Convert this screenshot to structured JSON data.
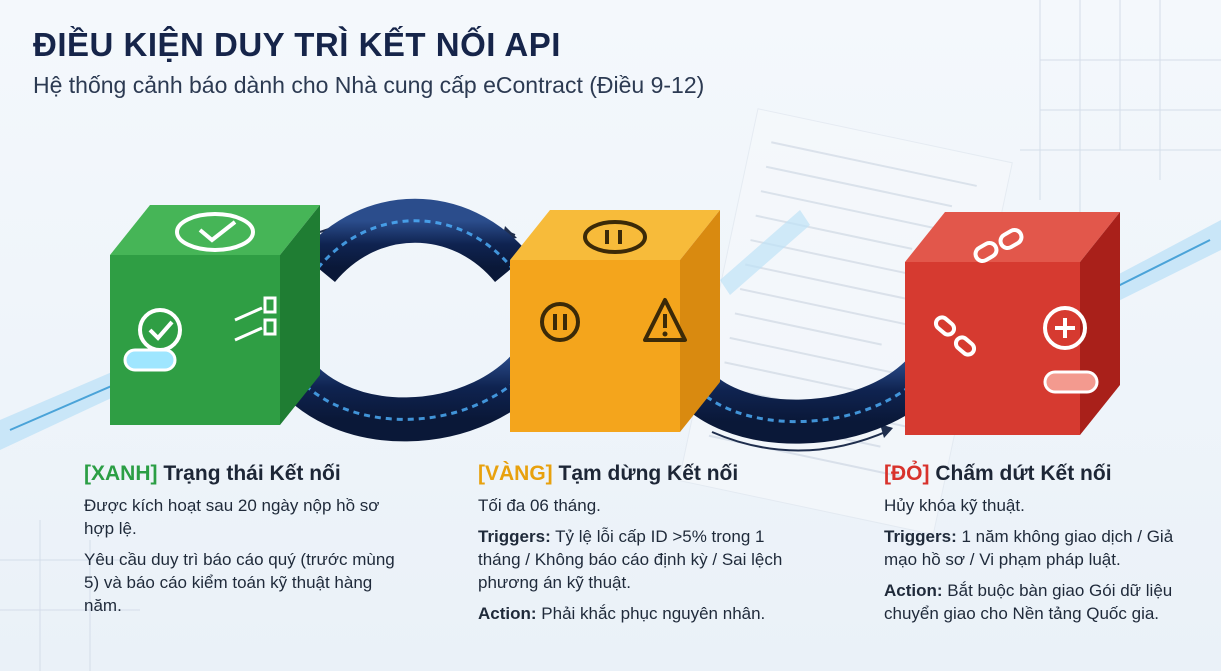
{
  "title": "ĐIỀU KIỆN DUY TRÌ KẾT NỐI API",
  "subtitle": "Hệ thống cảnh báo dành cho Nhà cung cấp eContract (Điều 9-12)",
  "colors": {
    "green": "#2f9e44",
    "yellow": "#f4a51c",
    "red": "#d63a30",
    "navy": "#16254a"
  },
  "stages": [
    {
      "tag": "[XANH]",
      "name": "Trạng thái Kết nối",
      "icons": [
        "checkmark-icon",
        "document-transfer-icon"
      ],
      "paragraphs": [
        {
          "label": "",
          "text": "Được kích hoạt sau 20 ngày nộp hồ sơ hợp lệ."
        },
        {
          "label": "",
          "text": "Yêu cầu duy trì báo cáo quý (trước mùng 5) và báo cáo kiểm toán kỹ thuật hàng năm."
        }
      ]
    },
    {
      "tag": "[VÀNG]",
      "name": "Tạm dừng Kết nối",
      "icons": [
        "pause-icon",
        "warning-icon"
      ],
      "paragraphs": [
        {
          "label": "",
          "text": "Tối đa 06 tháng."
        },
        {
          "label": "Triggers:",
          "text": " Tỷ lệ lỗi cấp ID >5% trong 1 tháng / Không báo cáo định kỳ / Sai lệch phương án kỹ thuật."
        },
        {
          "label": "Action:",
          "text": " Phải khắc phục nguyên nhân."
        }
      ]
    },
    {
      "tag": "[ĐỎ]",
      "name": "Chấm dứt Kết nối",
      "icons": [
        "broken-link-icon",
        "cancel-icon"
      ],
      "paragraphs": [
        {
          "label": "",
          "text": "Hủy khóa kỹ thuật."
        },
        {
          "label": "Triggers:",
          "text": " 1 năm không giao dịch / Giả mạo hồ sơ / Vi phạm pháp luật."
        },
        {
          "label": "Action:",
          "text": " Bắt buộc bàn giao Gói dữ liệu chuyển giao cho Nền tảng Quốc gia."
        }
      ]
    }
  ]
}
